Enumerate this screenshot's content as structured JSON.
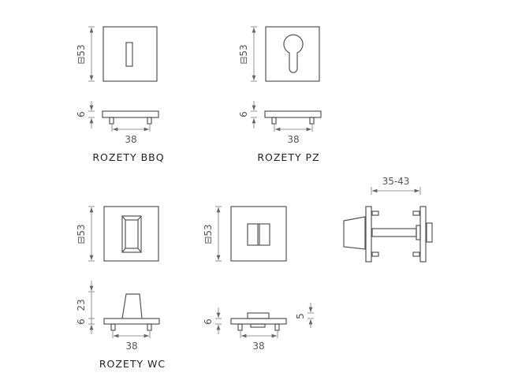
{
  "colors": {
    "line": "#555555",
    "label": "#222222"
  },
  "products": [
    {
      "label": "ROZETY BBQ",
      "size": "⊟53",
      "thickness": "6",
      "spacing": "38"
    },
    {
      "label": "ROZETY PZ",
      "size": "⊟53",
      "thickness": "6",
      "spacing": "38"
    },
    {
      "label": "ROZETY WC",
      "size": "⊟53",
      "thickness": "6",
      "knob_height": "23",
      "spacing": "38"
    },
    {
      "size": "⊟53",
      "thickness": "6",
      "bump": "5",
      "spacing": "38"
    }
  ],
  "assembly": {
    "door_range": "35-43"
  }
}
